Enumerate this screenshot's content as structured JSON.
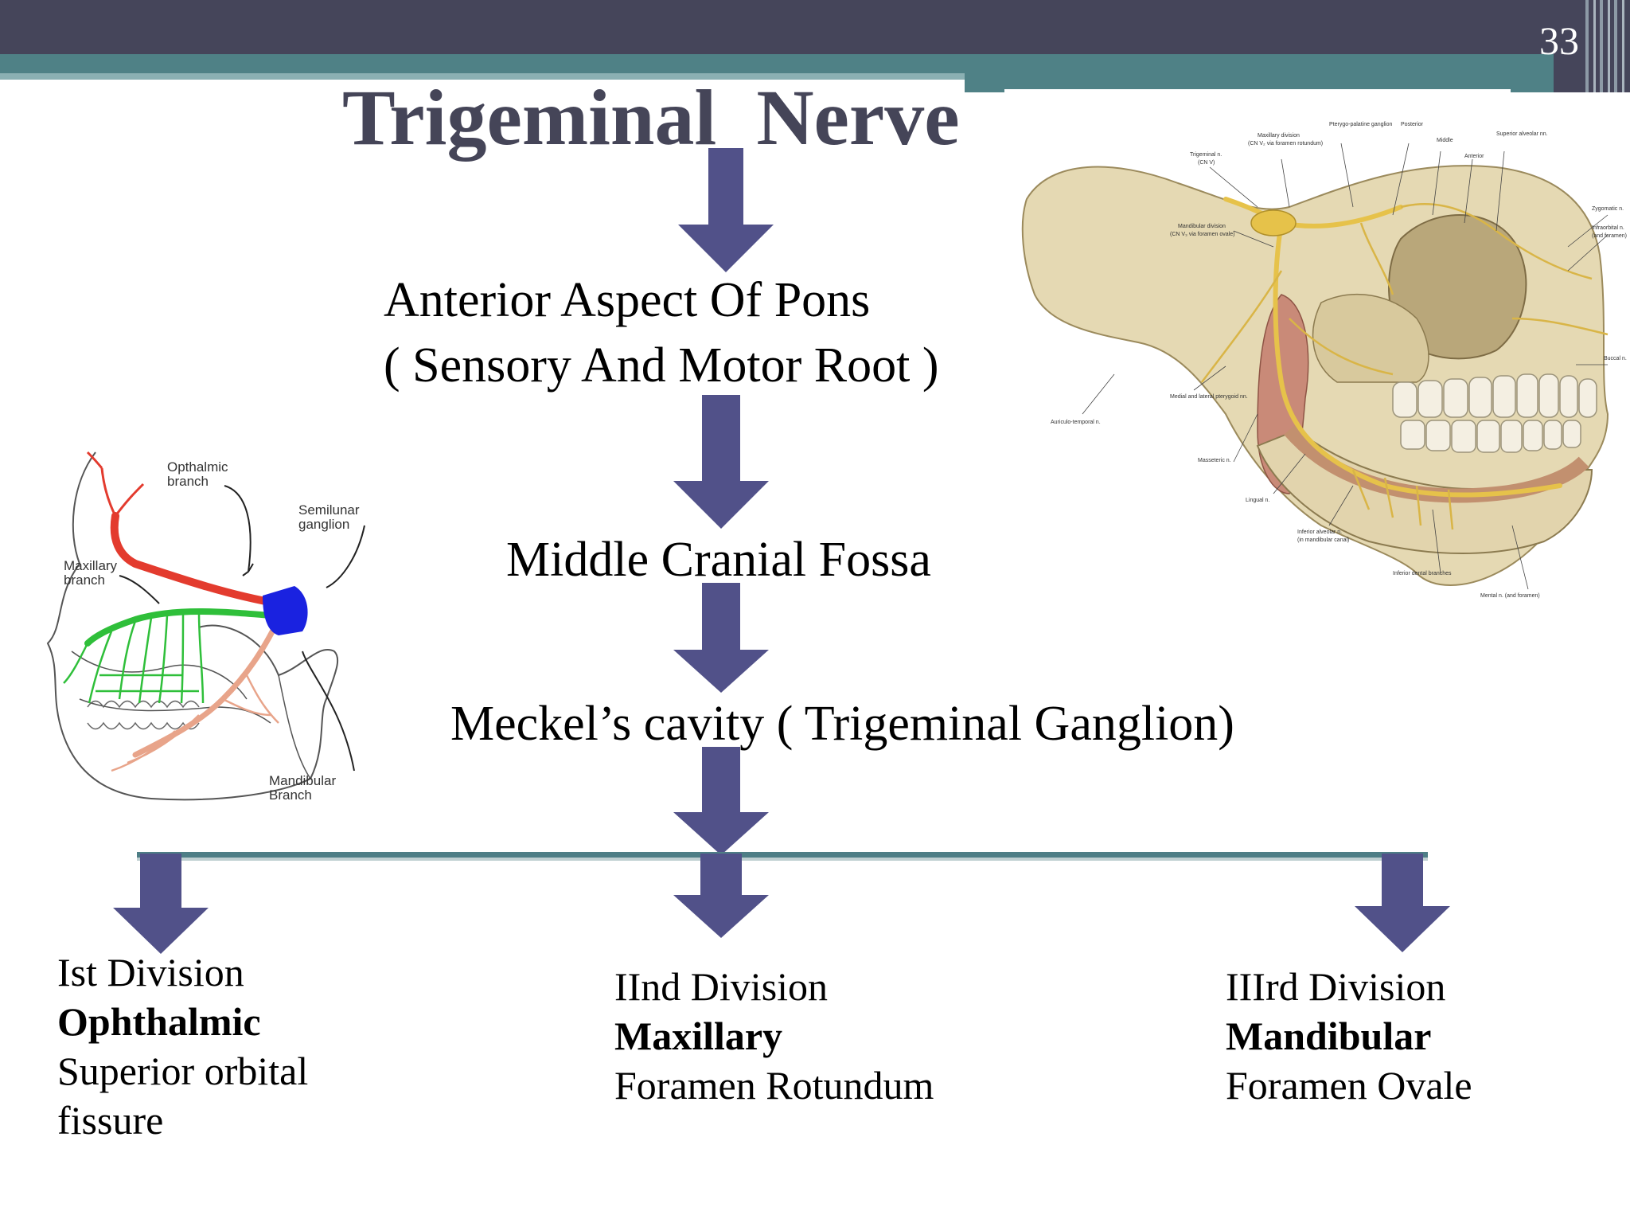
{
  "slide": {
    "number": "33",
    "title": "Trigeminal  Nerve"
  },
  "flow": {
    "step1_line1": "Anterior Aspect Of Pons",
    "step1_line2": "( Sensory And Motor Root )",
    "step2": "Middle Cranial Fossa",
    "step3": "Meckel’s cavity ( Trigeminal Ganglion)"
  },
  "divisions": [
    {
      "order": "Ist Division",
      "name": "Ophthalmic",
      "foramen_line1": "Superior orbital",
      "foramen_line2": "fissure"
    },
    {
      "order": "IInd Division",
      "name": "Maxillary",
      "foramen_line1": "Foramen Rotundum",
      "foramen_line2": ""
    },
    {
      "order": "IIIrd Division",
      "name": "Mandibular",
      "foramen_line1": "Foramen Ovale",
      "foramen_line2": ""
    }
  ],
  "diagram_labels": {
    "ophthalmic_1": "Opthalmic",
    "ophthalmic_2": "branch",
    "semilunar_1": "Semilunar",
    "semilunar_2": "ganglion",
    "maxillary_1": "Maxillary",
    "maxillary_2": "branch",
    "mandibular_1": "Mandibular",
    "mandibular_2": "Branch"
  },
  "anatomy_labels": {
    "trigeminal": "Trigeminal n.",
    "trigeminal_sub": "(CN V)",
    "maxillary_div": "Maxillary division",
    "maxillary_div_sub": "(CN V₂ via foramen rotundum)",
    "pterygopalatine": "Pterygo-palatine ganglion",
    "posterior": "Posterior",
    "middle": "Middle",
    "anterior": "Anterior",
    "superior_alveolar": "Superior alveolar nn.",
    "mandibular_div": "Mandibular division",
    "mandibular_div_sub": "(CN V₃ via foramen ovale)",
    "zygomatic": "Zygomatic n.",
    "infraorbital": "Infraorbital n.",
    "infraorbital_sub": "(and foramen)",
    "buccal": "Buccal n.",
    "auriculotemporal": "Auriculo-temporal n.",
    "medial_lateral": "Medial and lateral pterygoid nn.",
    "masseteric": "Masseteric n.",
    "lingual": "Lingual n.",
    "inferior_alveolar": "Inferior alveolar n.",
    "inferior_alveolar_sub": "(in mandibular canal)",
    "inferior_dental": "Inferior dental branches",
    "mental": "Mental n. (and foramen)"
  },
  "colors": {
    "header_dark": "#45455a",
    "header_teal": "#4f8186",
    "arrow_fill": "#515189",
    "ophthalmic": "#e33b2e",
    "maxillary": "#2fbf3a",
    "mandibular": "#e8a48a",
    "ganglion": "#1a22e0"
  }
}
